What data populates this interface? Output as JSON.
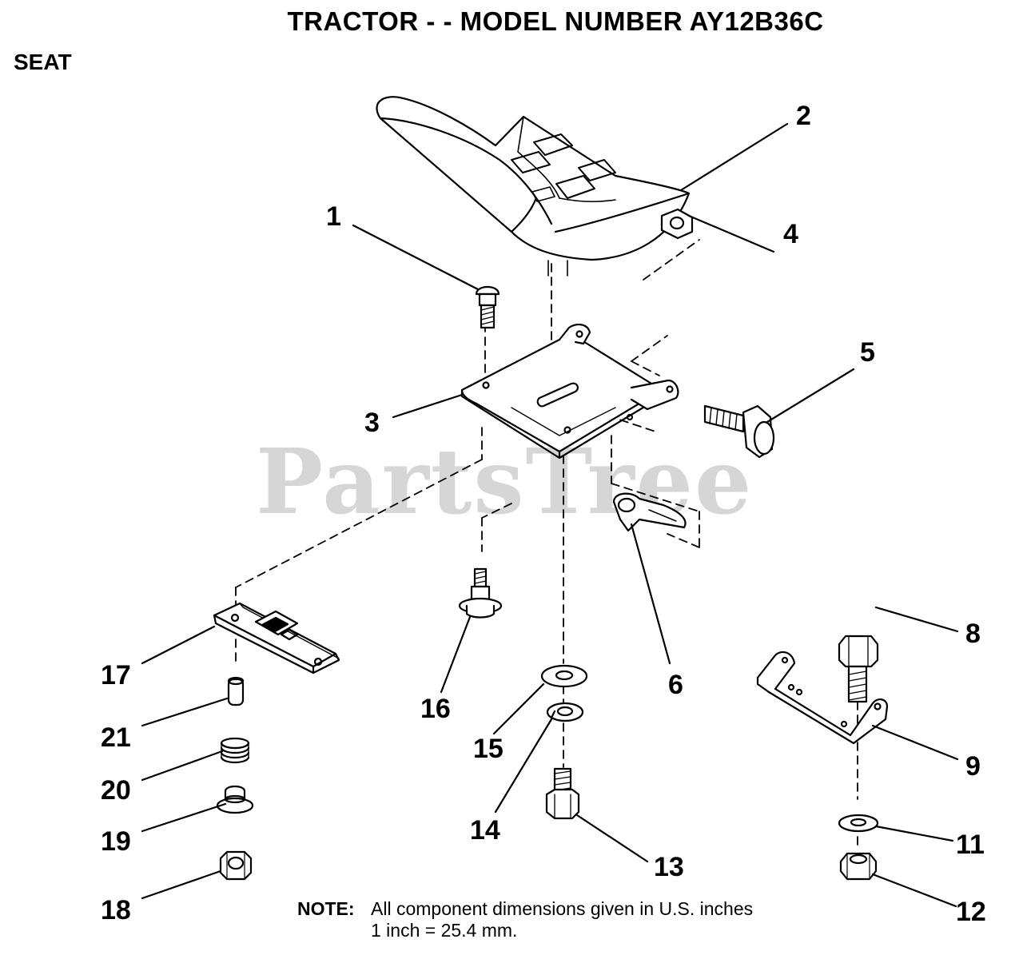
{
  "title": "TRACTOR - - MODEL NUMBER AY12B36C",
  "section": "SEAT",
  "watermark": "PartsTree",
  "note": {
    "label": "NOTE:",
    "line1": "All component dimensions given in U.S. inches",
    "line2": "1 inch = 25.4 mm."
  },
  "callouts": {
    "c1": "1",
    "c2": "2",
    "c3": "3",
    "c4": "4",
    "c5": "5",
    "c6": "6",
    "c8": "8",
    "c9": "9",
    "c11": "11",
    "c12": "12",
    "c13": "13",
    "c14": "14",
    "c15": "15",
    "c16": "16",
    "c17": "17",
    "c18": "18",
    "c19": "19",
    "c20": "20",
    "c21": "21"
  }
}
